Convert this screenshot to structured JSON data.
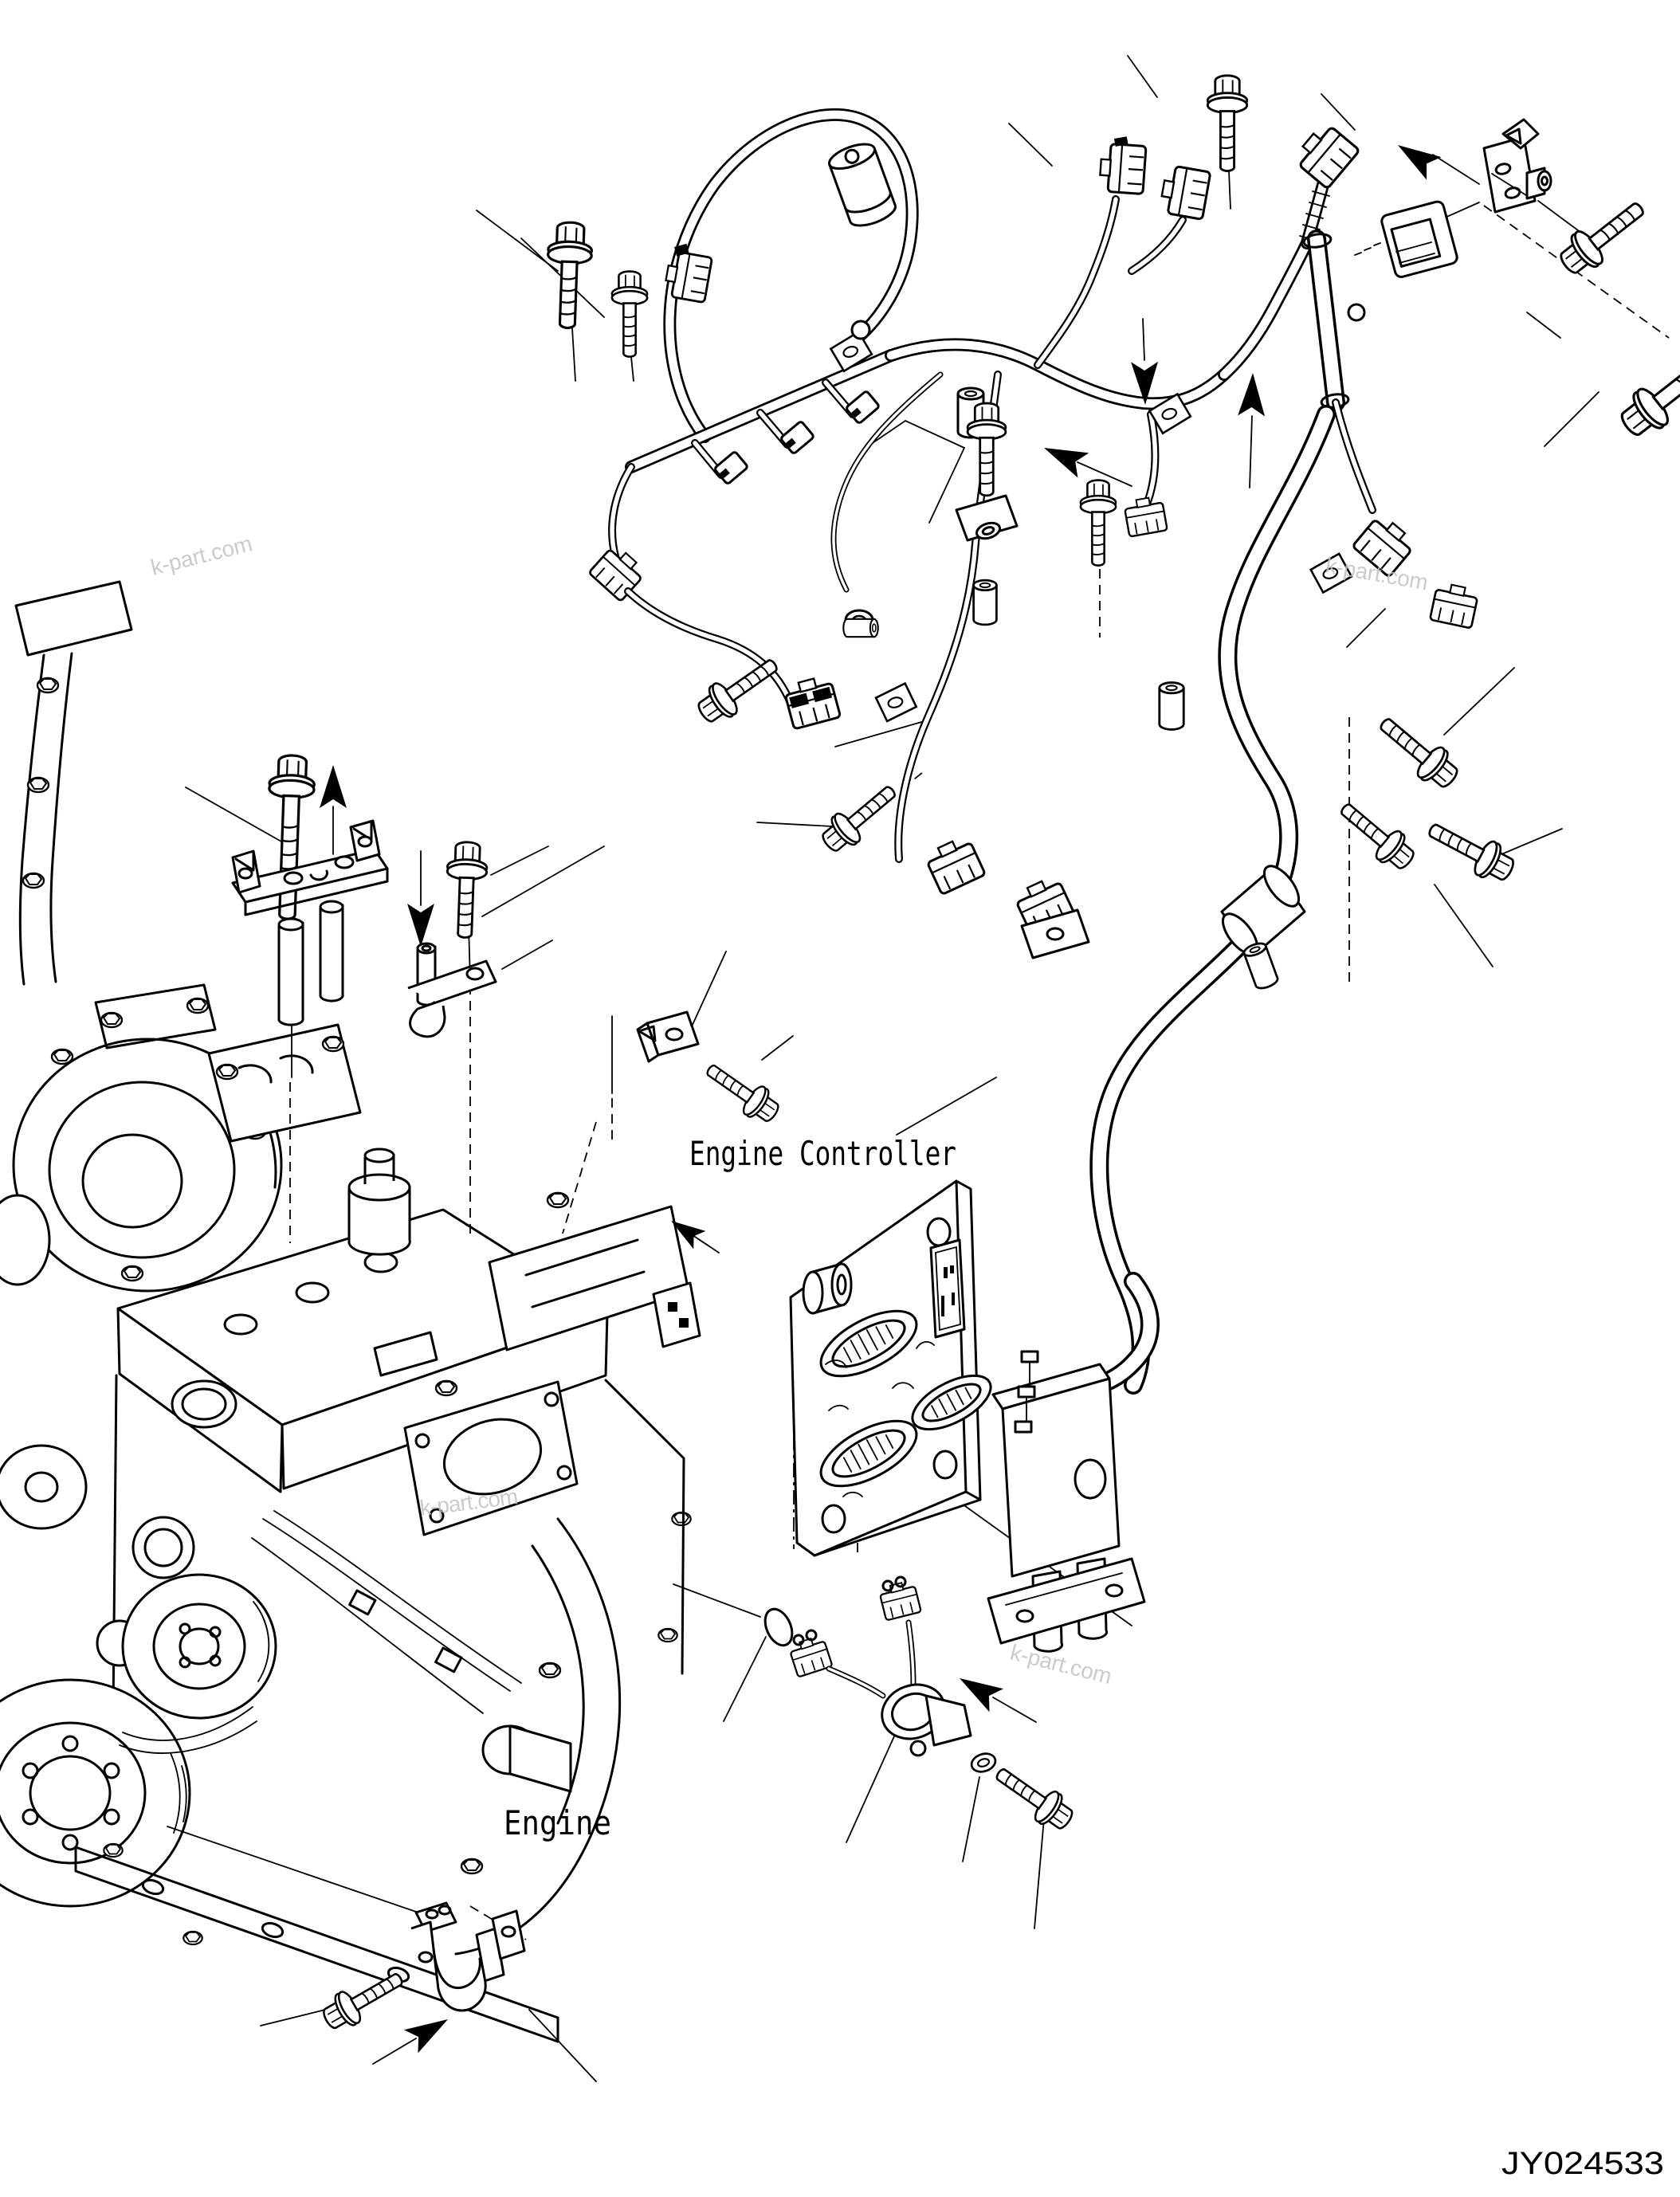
{
  "diagram": {
    "type": "engine-wiring-harness-parts-diagram",
    "drawing_number": "JY024533",
    "labels": {
      "engine_controller": "Engine Controller",
      "engine": "Engine"
    },
    "watermark": {
      "text": "k-part.com",
      "color": "#c3c3c3"
    },
    "colors": {
      "line": "#000000",
      "background": "#ffffff"
    }
  }
}
